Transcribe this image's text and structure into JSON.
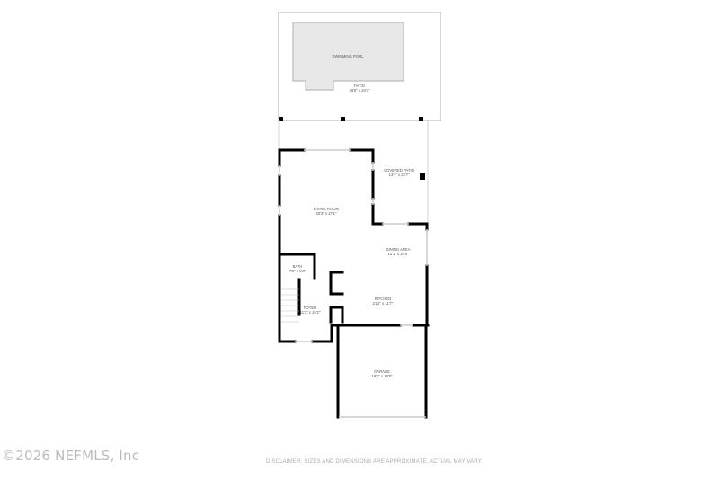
{
  "rooms": [
    {
      "name": "SWIMMING POOL",
      "dims": ""
    },
    {
      "name": "PATIO",
      "dims": "36'5\" x 24'4\""
    },
    {
      "name": "COVERED PATIO",
      "dims": "13'4\" x 22'7\""
    },
    {
      "name": "LIVING ROOM",
      "dims": "20'3\" x 27'1\""
    },
    {
      "name": "DINING AREA",
      "dims": "12'1\" x 10'8\""
    },
    {
      "name": "BATH",
      "dims": "7'6\" x 5'3\""
    },
    {
      "name": "KITCHEN",
      "dims": "21'2\" x 11'7\""
    },
    {
      "name": "FOYER",
      "dims": "11'2\" x 15'2\""
    },
    {
      "name": "GARAGE",
      "dims": "19'1\" x 19'9\""
    }
  ],
  "watermark": "©2026 NEFMLS, Inc",
  "disclaimer": "DISCLAIMER: SIZES AND DIMENSIONS ARE APPROXIMATE, ACTUAL MAY VARY.",
  "colors": {
    "wall": "#000000",
    "pool_fill": "#e8e8e8",
    "outline": "#cccccc"
  }
}
